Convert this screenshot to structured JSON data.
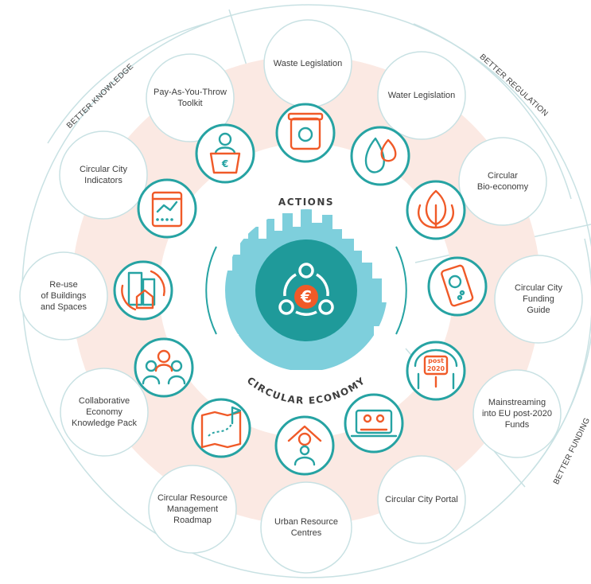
{
  "sectors": {
    "knowledge": "BETTER KNOWLEDGE",
    "regulation": "BETTER REGULATION",
    "funding": "BETTER FUNDING"
  },
  "center": {
    "top_label": "ACTIONS",
    "bottom_label": "CIRCULAR ECONOMY",
    "symbol": "€"
  },
  "actions": [
    {
      "id": "waste-legislation",
      "label": "Waste Legislation",
      "icon": "recycling-bin-icon"
    },
    {
      "id": "water-legislation",
      "label": "Water Legislation",
      "icon": "water-drops-icon"
    },
    {
      "id": "circular-bio-economy",
      "label": "Circular\nBio-economy",
      "icon": "leaf-icon"
    },
    {
      "id": "circular-city-funding-guide",
      "label": "Circular City\nFunding Guide",
      "icon": "phone-coin-icon"
    },
    {
      "id": "mainstreaming-eu-post-2020",
      "label": "Mainstreaming\ninto EU post-2020\nFunds",
      "icon": "post2020-building-icon",
      "icon_text": "post\n2020"
    },
    {
      "id": "circular-city-portal",
      "label": "Circular City Portal",
      "icon": "laptop-meeting-icon"
    },
    {
      "id": "urban-resource-centres",
      "label": "Urban Resource\nCentres",
      "icon": "person-house-icon"
    },
    {
      "id": "circular-resource-roadmap",
      "label": "Circular Resource\nManagement\nRoadmap",
      "icon": "map-flag-icon"
    },
    {
      "id": "collaborative-economy-pack",
      "label": "Collaborative\nEconomy\nKnowledge Pack",
      "icon": "people-group-icon"
    },
    {
      "id": "reuse-buildings-spaces",
      "label": "Re-use\nof Buildings\nand Spaces",
      "icon": "buildings-house-icon"
    },
    {
      "id": "circular-city-indicators",
      "label": "Circular City\nIndicators",
      "icon": "calendar-chart-icon"
    },
    {
      "id": "pay-as-you-throw",
      "label": "Pay-As-You-Throw\nToolkit",
      "icon": "podium-speaker-icon"
    }
  ],
  "colors": {
    "teal": "#26a3a3",
    "light_blue": "#5cc3d6",
    "orange": "#f05a28",
    "peach_ring": "#fbe9e3",
    "outline": "#c8e1e3",
    "text": "#3d3d3d"
  }
}
